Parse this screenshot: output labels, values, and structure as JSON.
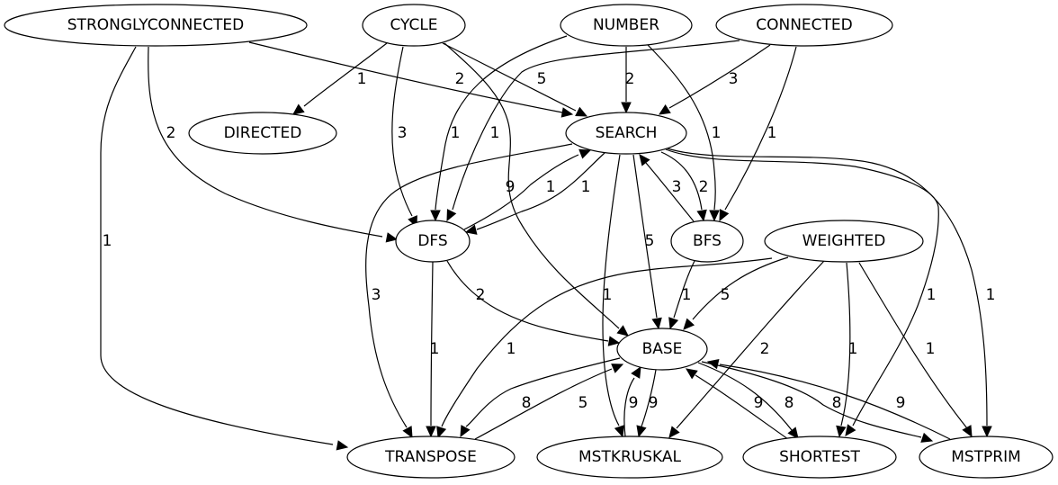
{
  "graph": {
    "type": "directed-weighted",
    "nodes": [
      {
        "id": "STRONGLYCONNECTED",
        "label": "STRONGLYCONNECTED"
      },
      {
        "id": "CYCLE",
        "label": "CYCLE"
      },
      {
        "id": "NUMBER",
        "label": "NUMBER"
      },
      {
        "id": "CONNECTED",
        "label": "CONNECTED"
      },
      {
        "id": "DIRECTED",
        "label": "DIRECTED"
      },
      {
        "id": "SEARCH",
        "label": "SEARCH"
      },
      {
        "id": "DFS",
        "label": "DFS"
      },
      {
        "id": "BFS",
        "label": "BFS"
      },
      {
        "id": "WEIGHTED",
        "label": "WEIGHTED"
      },
      {
        "id": "BASE",
        "label": "BASE"
      },
      {
        "id": "TRANSPOSE",
        "label": "TRANSPOSE"
      },
      {
        "id": "MSTKRUSKAL",
        "label": "MSTKRUSKAL"
      },
      {
        "id": "SHORTEST",
        "label": "SHORTEST"
      },
      {
        "id": "MSTPRIM",
        "label": "MSTPRIM"
      }
    ],
    "edges": [
      {
        "from": "STRONGLYCONNECTED",
        "to": "SEARCH",
        "label": "2"
      },
      {
        "from": "STRONGLYCONNECTED",
        "to": "DFS",
        "label": "2"
      },
      {
        "from": "STRONGLYCONNECTED",
        "to": "TRANSPOSE",
        "label": "1"
      },
      {
        "from": "CYCLE",
        "to": "DIRECTED",
        "label": "1"
      },
      {
        "from": "CYCLE",
        "to": "SEARCH",
        "label": "5"
      },
      {
        "from": "CYCLE",
        "to": "DFS",
        "label": "3"
      },
      {
        "from": "CYCLE",
        "to": "BASE",
        "label": "9"
      },
      {
        "from": "NUMBER",
        "to": "SEARCH",
        "label": "2"
      },
      {
        "from": "NUMBER",
        "to": "DFS",
        "label": "1"
      },
      {
        "from": "NUMBER",
        "to": "BFS",
        "label": "1"
      },
      {
        "from": "CONNECTED",
        "to": "SEARCH",
        "label": "3"
      },
      {
        "from": "CONNECTED",
        "to": "DFS",
        "label": "1"
      },
      {
        "from": "CONNECTED",
        "to": "BFS",
        "label": "1"
      },
      {
        "from": "SEARCH",
        "to": "DFS",
        "label": "1"
      },
      {
        "from": "DFS",
        "to": "SEARCH",
        "label": "1"
      },
      {
        "from": "SEARCH",
        "to": "BFS",
        "label": "2"
      },
      {
        "from": "BFS",
        "to": "SEARCH",
        "label": "3"
      },
      {
        "from": "SEARCH",
        "to": "BASE",
        "label": "5"
      },
      {
        "from": "SEARCH",
        "to": "TRANSPOSE",
        "label": "3"
      },
      {
        "from": "SEARCH",
        "to": "MSTKRUSKAL",
        "label": "1"
      },
      {
        "from": "SEARCH",
        "to": "SHORTEST",
        "label": "1"
      },
      {
        "from": "SEARCH",
        "to": "MSTPRIM",
        "label": "1"
      },
      {
        "from": "DFS",
        "to": "BASE",
        "label": "2"
      },
      {
        "from": "DFS",
        "to": "TRANSPOSE",
        "label": "1"
      },
      {
        "from": "BFS",
        "to": "BASE",
        "label": "1"
      },
      {
        "from": "WEIGHTED",
        "to": "BASE",
        "label": "5"
      },
      {
        "from": "WEIGHTED",
        "to": "TRANSPOSE",
        "label": "1"
      },
      {
        "from": "WEIGHTED",
        "to": "MSTKRUSKAL",
        "label": "2"
      },
      {
        "from": "WEIGHTED",
        "to": "SHORTEST",
        "label": "1"
      },
      {
        "from": "WEIGHTED",
        "to": "MSTPRIM",
        "label": "1"
      },
      {
        "from": "BASE",
        "to": "TRANSPOSE",
        "label": "8"
      },
      {
        "from": "TRANSPOSE",
        "to": "BASE",
        "label": "5"
      },
      {
        "from": "MSTKRUSKAL",
        "to": "BASE",
        "label": "9"
      },
      {
        "from": "BASE",
        "to": "MSTKRUSKAL",
        "label": "9"
      },
      {
        "from": "SHORTEST",
        "to": "BASE",
        "label": "9"
      },
      {
        "from": "BASE",
        "to": "SHORTEST",
        "label": "8"
      },
      {
        "from": "BASE",
        "to": "MSTPRIM",
        "label": "8"
      },
      {
        "from": "MSTPRIM",
        "to": "BASE",
        "label": "9"
      }
    ]
  }
}
